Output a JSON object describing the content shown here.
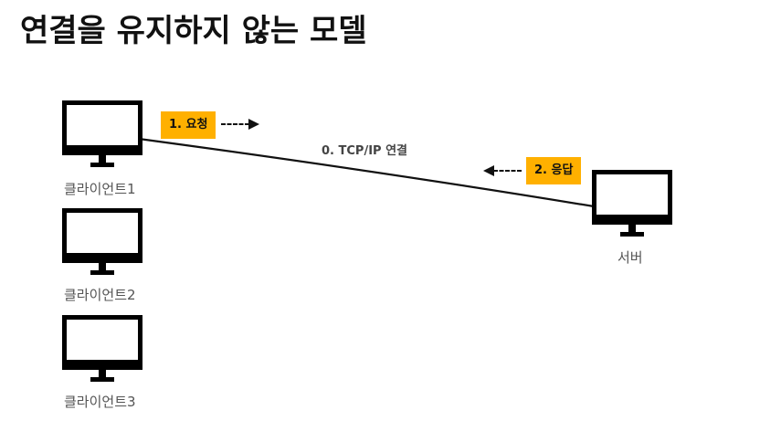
{
  "title": "연결을 유지하지 않는 모델",
  "clients": [
    {
      "label": "클라이언트1"
    },
    {
      "label": "클라이언트2"
    },
    {
      "label": "클라이언트3"
    }
  ],
  "server": {
    "label": "서버"
  },
  "connection": {
    "label": "0. TCP/IP 연결"
  },
  "request": {
    "label": "1. 요청"
  },
  "response": {
    "label": "2. 응답"
  },
  "colors": {
    "badge": "#FFB000",
    "device": "#000000",
    "line": "#111111"
  }
}
